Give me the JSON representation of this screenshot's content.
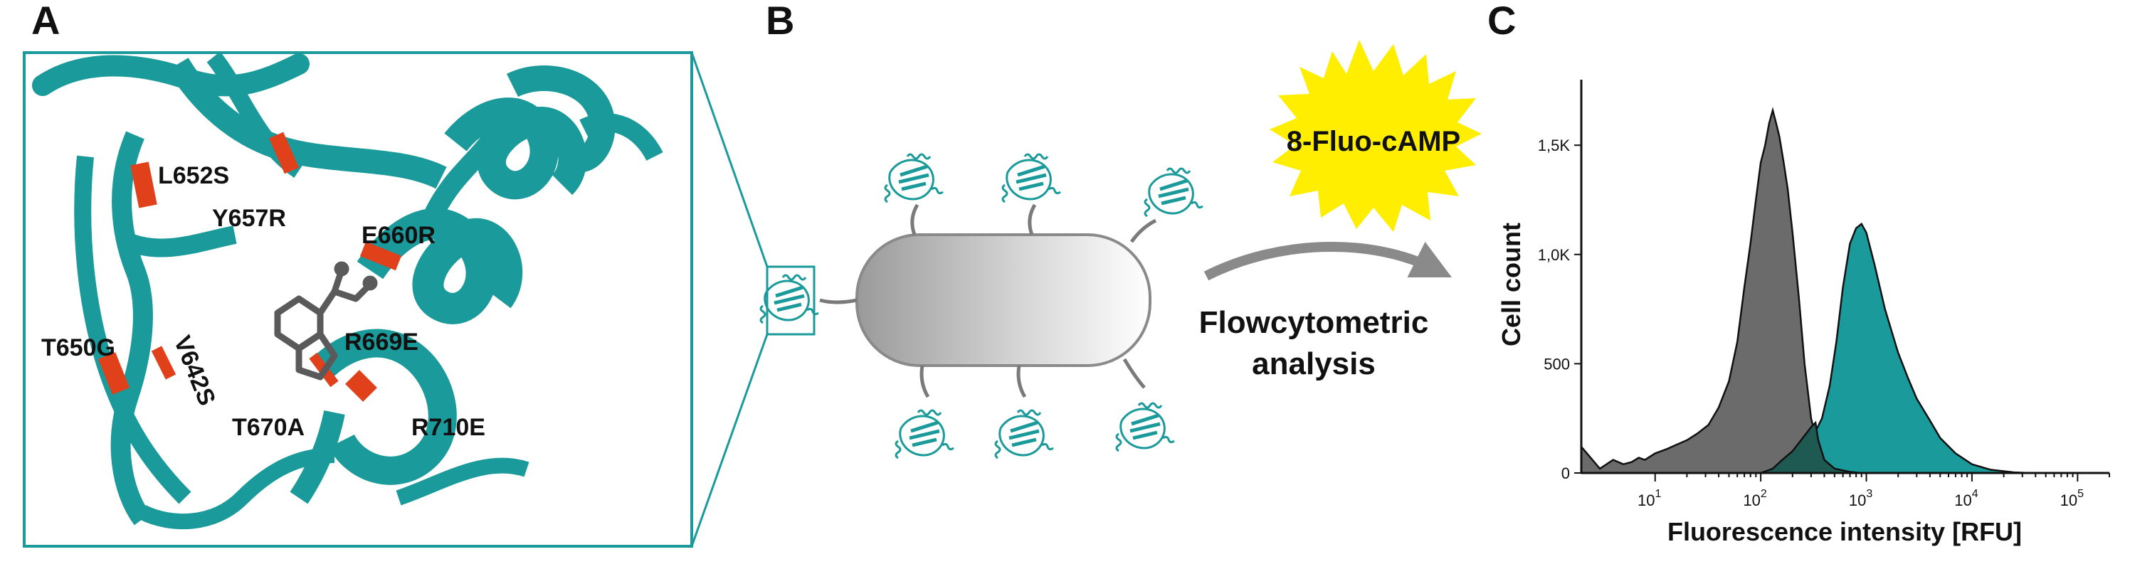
{
  "panels": {
    "a": {
      "letter": "A",
      "residues": [
        "L652S",
        "Y657R",
        "E660R",
        "T650G",
        "V642S",
        "R669E",
        "T670A",
        "R710E"
      ]
    },
    "b": {
      "letter": "B",
      "badge": "8-Fluo-cAMP",
      "arrow_caption_line1": "Flowcytometric",
      "arrow_caption_line2": "analysis"
    },
    "c": {
      "letter": "C"
    }
  },
  "colors": {
    "teal": "#1a9a9a",
    "mutation_red": "#e0401a",
    "ligand_grey": "#5a5a5a",
    "burst_yellow": "#ffee00",
    "histogram_grey": "#6b6b6b",
    "histogram_dark_teal": "#1f5a52"
  },
  "chart_data": {
    "type": "area",
    "xlabel": "Fluorescence intensity [RFU]",
    "ylabel": "Cell count",
    "x_scale": "log",
    "xlim": [
      2,
      200000
    ],
    "ylim": [
      0,
      1800
    ],
    "x_ticks": [
      {
        "value": 10,
        "base": "10",
        "exp": "1"
      },
      {
        "value": 100,
        "base": "10",
        "exp": "2"
      },
      {
        "value": 1000,
        "base": "10",
        "exp": "3"
      },
      {
        "value": 10000,
        "base": "10",
        "exp": "4"
      },
      {
        "value": 100000,
        "base": "10",
        "exp": "5"
      }
    ],
    "y_ticks": [
      {
        "value": 0,
        "label": "0"
      },
      {
        "value": 500,
        "label": "500"
      },
      {
        "value": 1000,
        "label": "1,0K"
      },
      {
        "value": 1500,
        "label": "1,5K"
      }
    ],
    "series": [
      {
        "color": "#6b6b6b",
        "points": [
          [
            2,
            120
          ],
          [
            3,
            20
          ],
          [
            4,
            60
          ],
          [
            5,
            40
          ],
          [
            6,
            50
          ],
          [
            7,
            70
          ],
          [
            8,
            60
          ],
          [
            10,
            90
          ],
          [
            13,
            110
          ],
          [
            16,
            130
          ],
          [
            20,
            150
          ],
          [
            25,
            180
          ],
          [
            32,
            220
          ],
          [
            40,
            300
          ],
          [
            50,
            420
          ],
          [
            60,
            600
          ],
          [
            70,
            850
          ],
          [
            80,
            1050
          ],
          [
            90,
            1250
          ],
          [
            100,
            1420
          ],
          [
            110,
            1500
          ],
          [
            120,
            1600
          ],
          [
            130,
            1660
          ],
          [
            140,
            1600
          ],
          [
            150,
            1540
          ],
          [
            165,
            1420
          ],
          [
            180,
            1300
          ],
          [
            200,
            1100
          ],
          [
            230,
            800
          ],
          [
            260,
            500
          ],
          [
            300,
            250
          ],
          [
            350,
            120
          ],
          [
            400,
            60
          ],
          [
            500,
            20
          ],
          [
            700,
            5
          ],
          [
            1000,
            0
          ]
        ]
      },
      {
        "color": "#1a9a9a",
        "points": [
          [
            150,
            0
          ],
          [
            200,
            40
          ],
          [
            250,
            90
          ],
          [
            300,
            150
          ],
          [
            380,
            250
          ],
          [
            450,
            400
          ],
          [
            520,
            600
          ],
          [
            600,
            850
          ],
          [
            700,
            1050
          ],
          [
            800,
            1120
          ],
          [
            900,
            1140
          ],
          [
            1000,
            1100
          ],
          [
            1200,
            950
          ],
          [
            1500,
            750
          ],
          [
            2000,
            550
          ],
          [
            2500,
            430
          ],
          [
            3000,
            340
          ],
          [
            4000,
            240
          ],
          [
            5000,
            160
          ],
          [
            7000,
            90
          ],
          [
            10000,
            40
          ],
          [
            15000,
            15
          ],
          [
            25000,
            3
          ],
          [
            35000,
            0
          ]
        ]
      },
      {
        "color": "#1f5a52",
        "points": [
          [
            100,
            0
          ],
          [
            130,
            20
          ],
          [
            160,
            60
          ],
          [
            200,
            100
          ],
          [
            250,
            160
          ],
          [
            300,
            210
          ],
          [
            330,
            230
          ],
          [
            350,
            150
          ],
          [
            400,
            60
          ],
          [
            500,
            20
          ],
          [
            700,
            5
          ],
          [
            900,
            0
          ]
        ]
      }
    ]
  }
}
